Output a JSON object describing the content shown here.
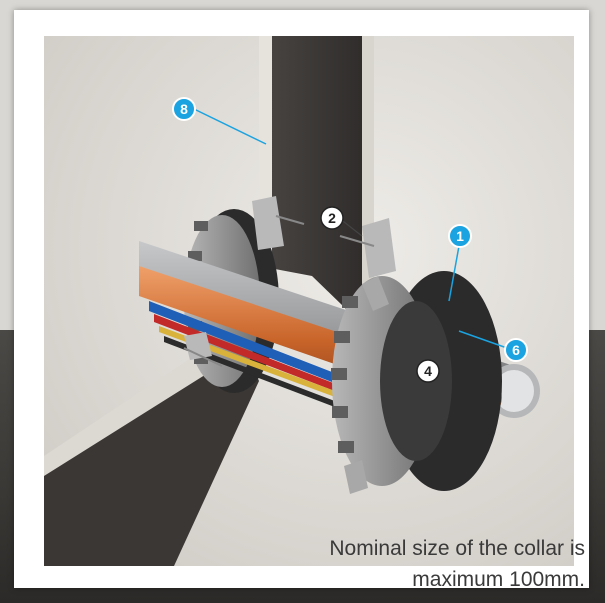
{
  "callouts": [
    {
      "id": "8",
      "label": "8",
      "color": "#1aa3e0",
      "text_color": "#ffffff"
    },
    {
      "id": "2",
      "label": "2",
      "color": "#ffffff",
      "text_color": "#222222"
    },
    {
      "id": "1",
      "label": "1",
      "color": "#1aa3e0",
      "text_color": "#ffffff"
    },
    {
      "id": "6",
      "label": "6",
      "color": "#1aa3e0",
      "text_color": "#ffffff"
    },
    {
      "id": "4",
      "label": "4",
      "color": "#ffffff",
      "text_color": "#222222"
    }
  ],
  "caption": {
    "line1": "Nominal size of the collar is",
    "line2": "maximum 100mm."
  },
  "colors": {
    "accent": "#1aa3e0",
    "collar": "#8c8c8c",
    "intumescent": "#2b2b2b",
    "pipe_copper": "#c8642a",
    "pipe_grey": "#9a9c9e"
  }
}
